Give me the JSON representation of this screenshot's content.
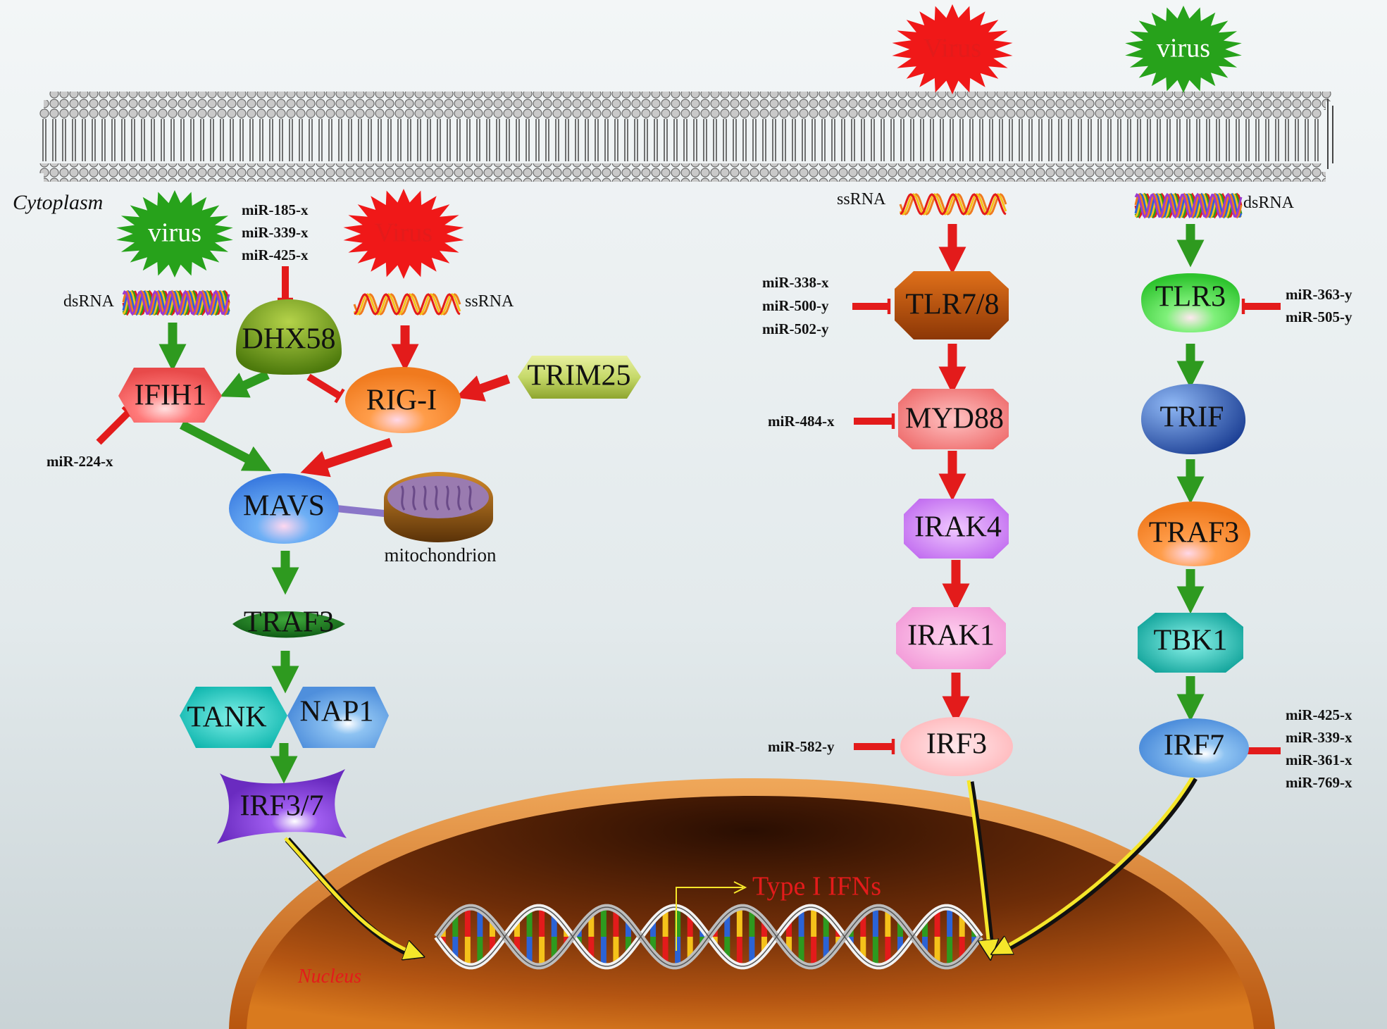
{
  "labels": {
    "cytoplasm": "Cytoplasm",
    "nucleus": "Nucleus",
    "mitochondrion": "mitochondrion",
    "type1_ifns": "Type I IFNs"
  },
  "viruses": {
    "left_green": "virus",
    "left_red": "Virus",
    "top_red": "Virus",
    "top_green": "virus"
  },
  "rna": {
    "left_dsrna": "dsRNA",
    "left_ssrna": "ssRNA",
    "mid_ssrna": "ssRNA",
    "right_dsrna": "dsRNA"
  },
  "nodes": {
    "dhx58": "DHX58",
    "ifih1": "IFIH1",
    "rigi": "RIG-I",
    "trim25": "TRIM25",
    "mavs": "MAVS",
    "traf3_left": "TRAF3",
    "tank": "TANK",
    "nap1": "NAP1",
    "irf37": "IRF3/7",
    "tlr78": "TLR7/8",
    "myd88": "MYD88",
    "irak4": "IRAK4",
    "irak1": "IRAK1",
    "irf3": "IRF3",
    "tlr3": "TLR3",
    "trif": "TRIF",
    "traf3_right": "TRAF3",
    "tbk1": "TBK1",
    "irf7": "IRF7"
  },
  "mirnas": {
    "dhx58": [
      "miR-185-x",
      "miR-339-x",
      "miR-425-x"
    ],
    "ifih1": [
      "miR-224-x"
    ],
    "tlr78": [
      "miR-338-x",
      "miR-500-y",
      "miR-502-y"
    ],
    "myd88": [
      "miR-484-x"
    ],
    "irf3": [
      "miR-582-y"
    ],
    "tlr3": [
      "miR-363-y",
      "miR-505-y"
    ],
    "irf7": [
      "miR-425-x",
      "miR-339-x",
      "miR-361-x",
      "miR-769-x"
    ]
  },
  "colors": {
    "activation": "#2e9a1f",
    "inhibition": "#e31b1b",
    "translocation": "#f5e62a",
    "background": "#e9eef0"
  }
}
